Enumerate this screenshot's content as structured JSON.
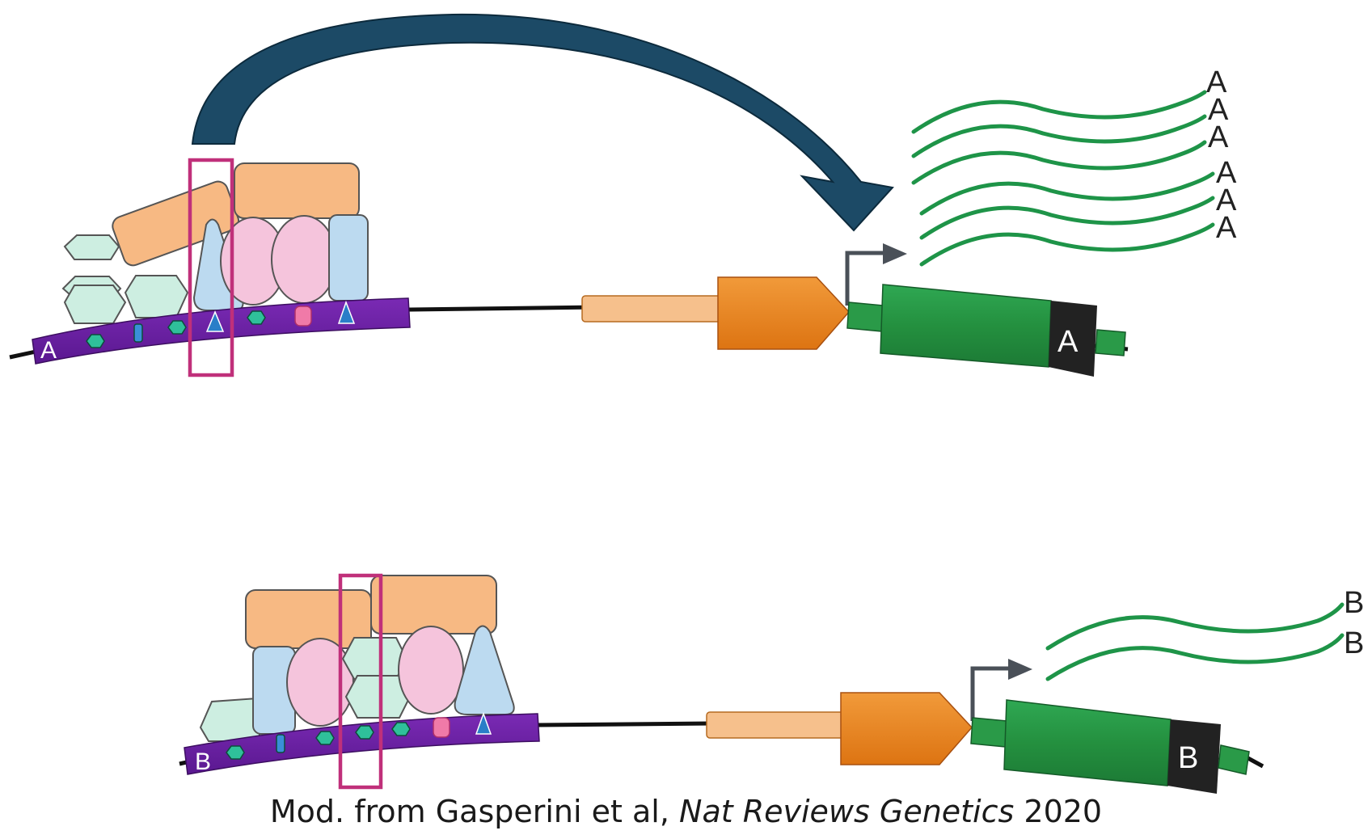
{
  "panel_a": {
    "region_label": "A",
    "gene_label": "A",
    "transcript_labels": [
      "A",
      "A",
      "A",
      "A",
      "A",
      "A"
    ]
  },
  "panel_b": {
    "region_label": "B",
    "gene_label": "B",
    "transcript_labels": [
      "B",
      "B"
    ]
  },
  "caption": {
    "prefix": "Mod. from Gasperini et al, ",
    "journal": "Nat Reviews Genetics",
    "year": " 2020"
  },
  "colors": {
    "enhancer_purple": "#6a1fa2",
    "highlight_box": "#c0307a",
    "arrow_navy": "#1c4a66",
    "promoter_orange": "#e8831c",
    "promoter_light": "#f6c08c",
    "gene_green": "#2a9a48",
    "transcript_green": "#1e9448",
    "cap_black": "#222222",
    "factor_orange": "#f7b983",
    "factor_pink": "#f5c4dc",
    "factor_blue": "#bcdaf0",
    "factor_mint": "#cdeee1"
  }
}
